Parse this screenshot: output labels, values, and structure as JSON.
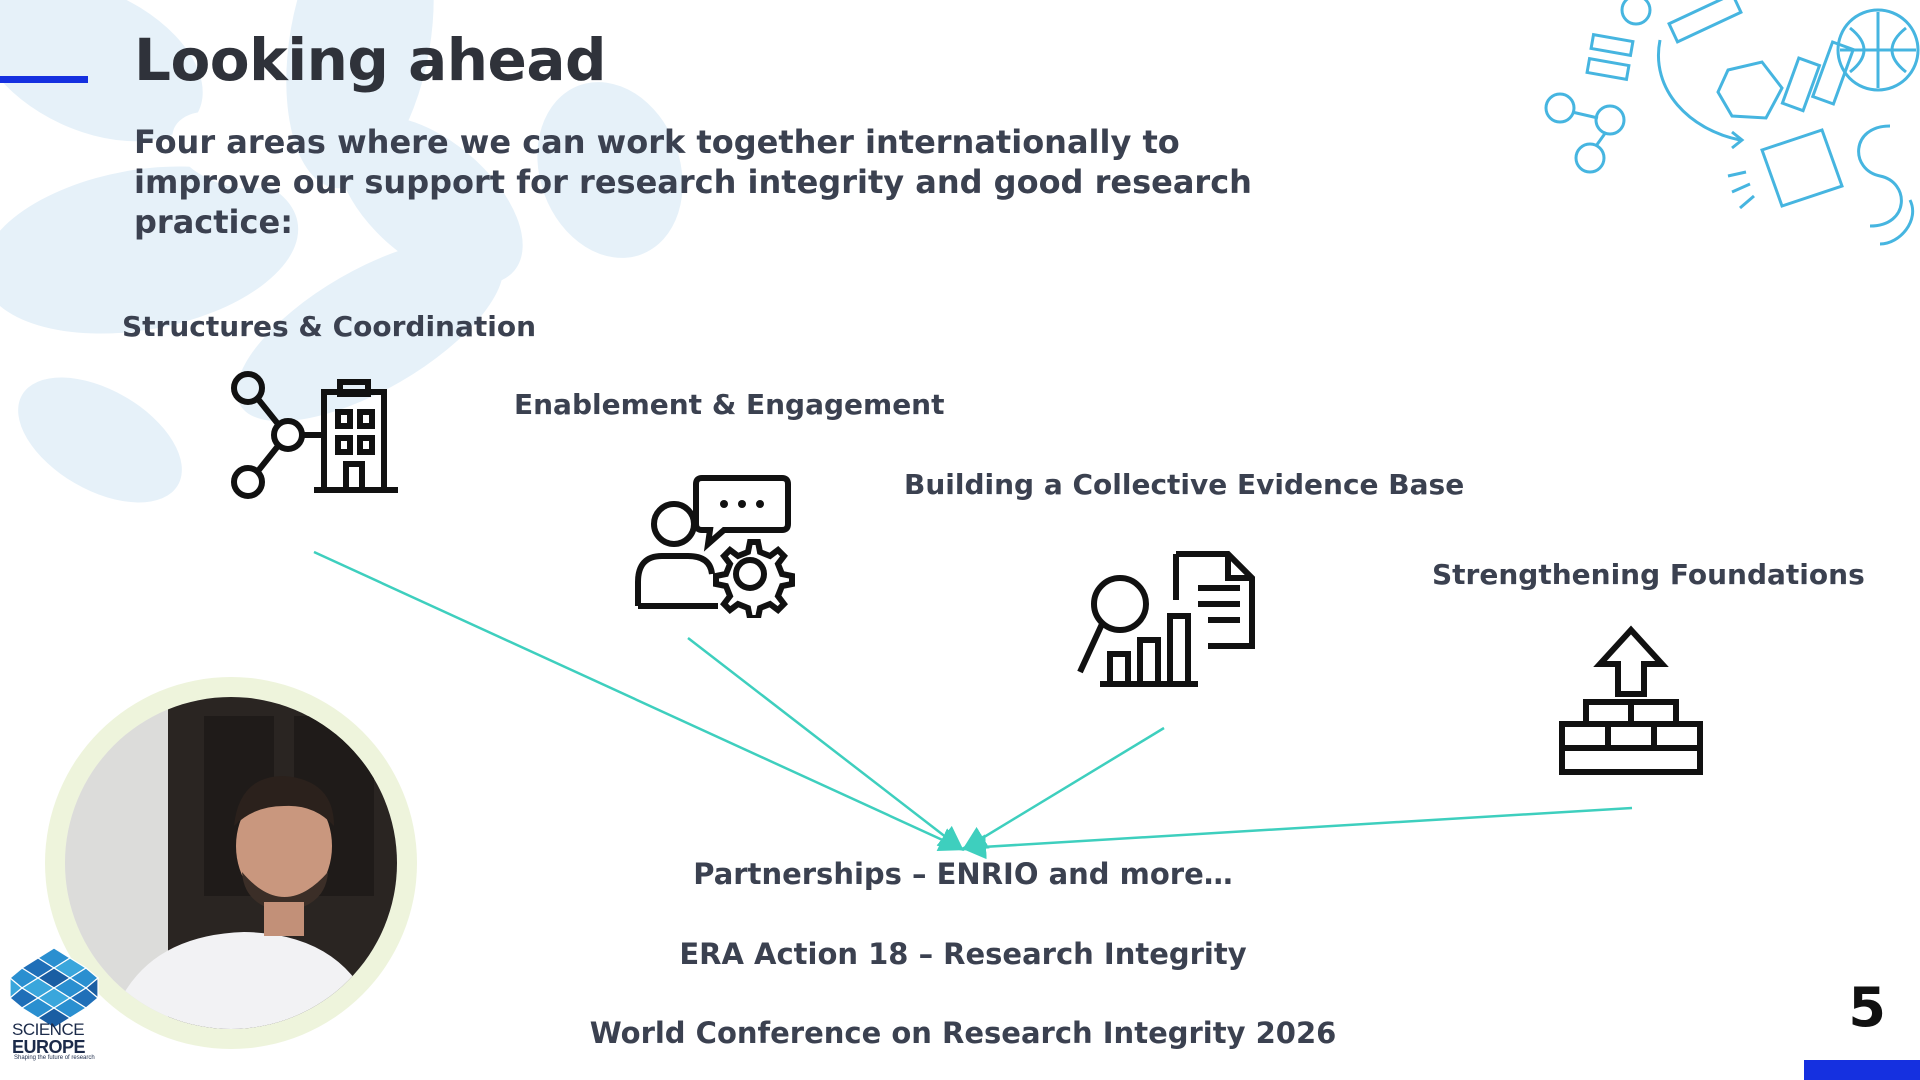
{
  "slide": {
    "title": "Looking ahead",
    "subtitle": "Four areas where we can work together internationally to improve our support for research integrity and good research practice:",
    "areas": [
      {
        "label": "Structures & Coordination",
        "icon": "network-building-icon"
      },
      {
        "label": "Enablement & Engagement",
        "icon": "person-chat-gear-icon"
      },
      {
        "label": "Building a Collective Evidence Base",
        "icon": "magnifier-chart-document-icon"
      },
      {
        "label": "Strengthening Foundations",
        "icon": "arrow-up-bricks-icon"
      }
    ],
    "bottom_items": [
      "Partnerships – ENRIO and more…",
      "ERA Action 18 – Research Integrity",
      "World Conference on Research Integrity 2026"
    ],
    "page_number": "5"
  },
  "logo": {
    "line1": "SCIENCE",
    "line2": "EUROPE",
    "tagline": "Shaping the future of research"
  },
  "colors": {
    "accent_blue": "#1530e0",
    "connector_teal": "#3ecfbe",
    "leaf_blue": "#e3eff8",
    "corner_art_blue": "#46b5e0",
    "webcam_ring": "#eef4dc"
  }
}
